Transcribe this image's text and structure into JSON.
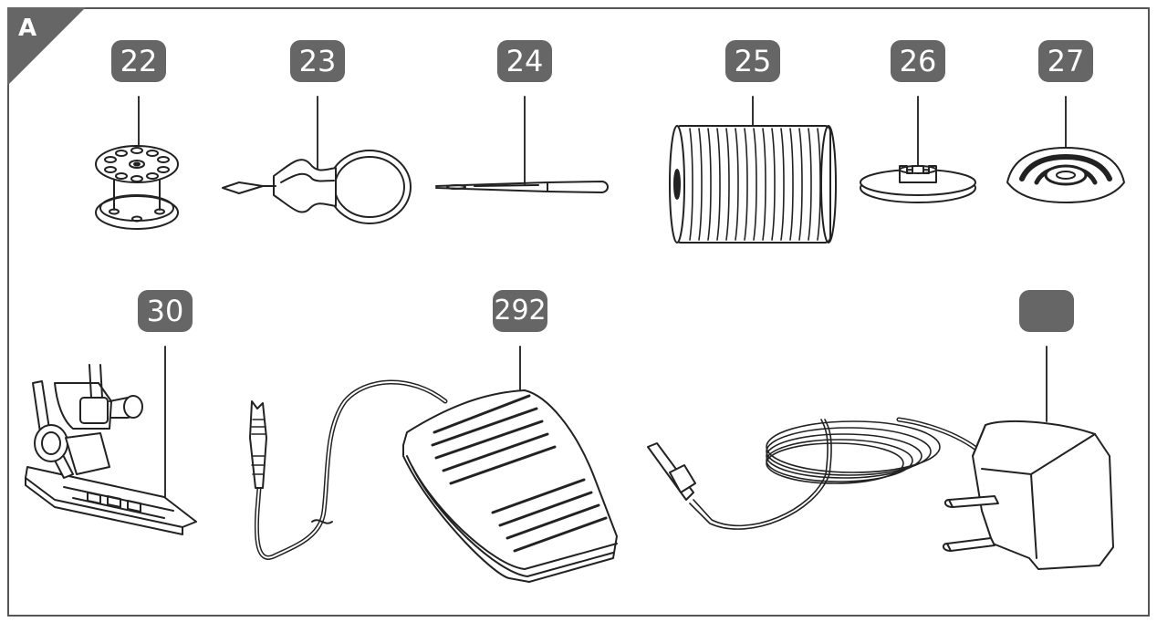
{
  "figure": {
    "panel_letter": "A",
    "callouts": [
      {
        "id": "bobbin",
        "label": "22"
      },
      {
        "id": "seam-ripper",
        "label": "23"
      },
      {
        "id": "needle",
        "label": "24"
      },
      {
        "id": "thread-spool",
        "label": "25"
      },
      {
        "id": "spool-cap-small",
        "label": "26"
      },
      {
        "id": "spool-cap-large",
        "label": "27"
      },
      {
        "id": "presser-foot",
        "label": "30"
      },
      {
        "id": "foot-pedal",
        "label": "292"
      },
      {
        "id": "power-adapter",
        "label": ""
      }
    ]
  }
}
